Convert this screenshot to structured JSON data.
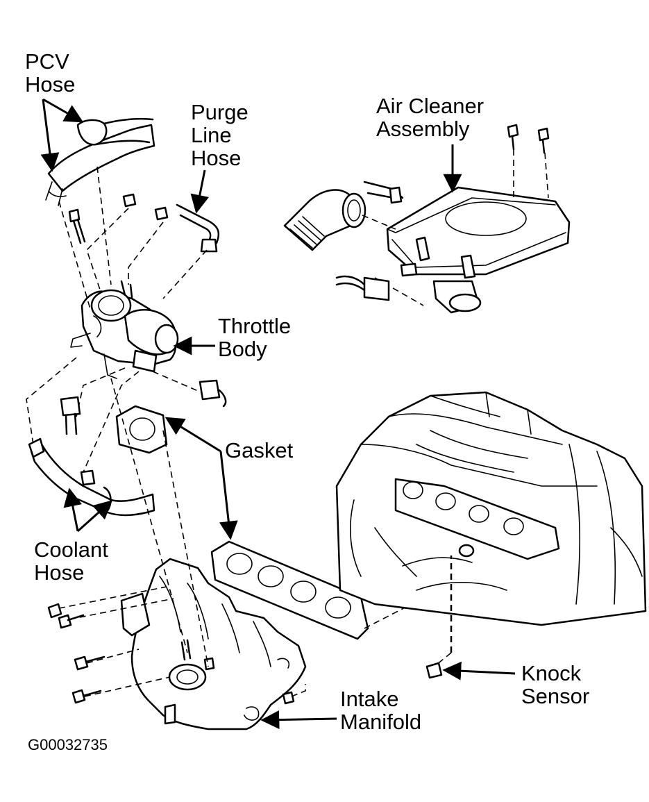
{
  "labels": {
    "pcv_hose": [
      "PCV",
      "Hose"
    ],
    "purge_line_hose": [
      "Purge",
      "Line",
      "Hose"
    ],
    "air_cleaner_assembly": [
      "Air Cleaner",
      "Assembly"
    ],
    "throttle_body": [
      "Throttle",
      "Body"
    ],
    "gasket": [
      "Gasket"
    ],
    "coolant_hose": [
      "Coolant",
      "Hose"
    ],
    "knock_sensor": [
      "Knock",
      "Sensor"
    ],
    "intake_manifold": [
      "Intake",
      "Manifold"
    ]
  },
  "figure_code": "G00032735"
}
